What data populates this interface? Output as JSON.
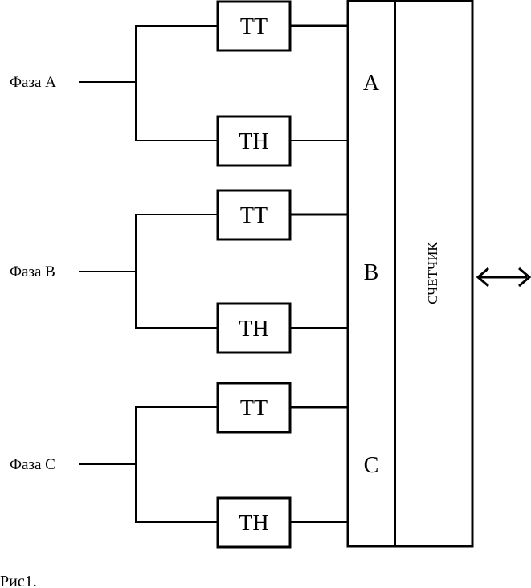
{
  "diagram": {
    "phases": [
      {
        "label": "Фаза A",
        "meter_input": "A",
        "tt_label": "ТТ",
        "tn_label": "ТН"
      },
      {
        "label": "Фаза B",
        "meter_input": "B",
        "tt_label": "ТТ",
        "tn_label": "ТН"
      },
      {
        "label": "Фаза C",
        "meter_input": "C",
        "tt_label": "ТТ",
        "tn_label": "ТН"
      }
    ],
    "meter_label": "СЧЕТЧИК",
    "interface_arrow": "bidirectional-arrow-icon",
    "caption": "Рис1.",
    "colors": {
      "line": "#000000",
      "background": "#ffffff"
    }
  }
}
